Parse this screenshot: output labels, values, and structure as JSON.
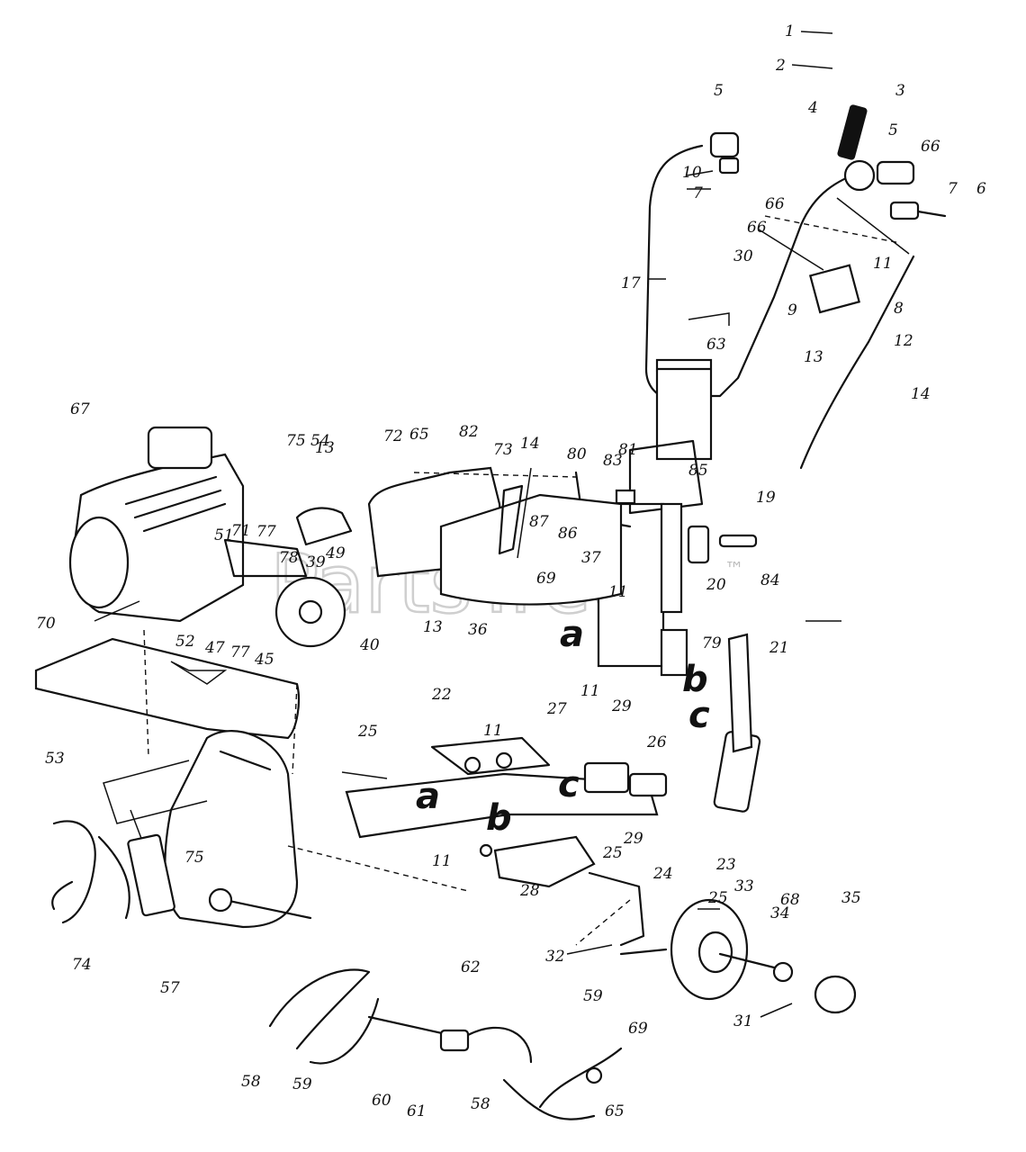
{
  "watermark": {
    "text": "PartsTree",
    "trademark": "™"
  },
  "section_markers": [
    "a",
    "b",
    "c"
  ],
  "callouts": [
    "1",
    "2",
    "3",
    "4",
    "5",
    "5",
    "6",
    "7",
    "7",
    "8",
    "9",
    "10",
    "11",
    "11",
    "11",
    "11",
    "11",
    "12",
    "13",
    "13",
    "13",
    "14",
    "14",
    "17",
    "19",
    "20",
    "21",
    "22",
    "23",
    "24",
    "25",
    "25",
    "25",
    "26",
    "27",
    "28",
    "29",
    "29",
    "30",
    "31",
    "32",
    "33",
    "34",
    "35",
    "36",
    "37",
    "39",
    "40",
    "45",
    "47",
    "49",
    "51",
    "52",
    "53",
    "54",
    "57",
    "58",
    "58",
    "59",
    "59",
    "60",
    "61",
    "62",
    "63",
    "65",
    "65",
    "66",
    "66",
    "66",
    "67",
    "68",
    "69",
    "69",
    "70",
    "71",
    "72",
    "73",
    "74",
    "75",
    "75",
    "77",
    "77",
    "78",
    "79",
    "80",
    "81",
    "82",
    "83",
    "84",
    "85",
    "86",
    "87"
  ]
}
